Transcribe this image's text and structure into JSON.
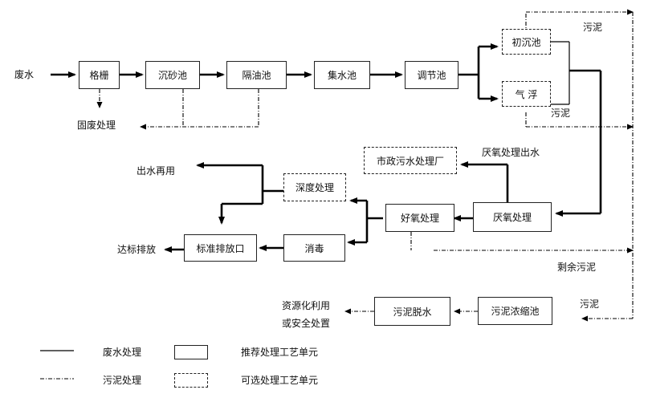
{
  "nodes": {
    "influent": "废水",
    "screen": "格栅",
    "grit_chamber": "沉砂池",
    "oil_separator": "隔油池",
    "collection_tank": "集水池",
    "equalization_tank": "调节池",
    "primary_clarifier": "初沉池",
    "flotation": "气 浮",
    "solid_waste": "固废处理",
    "municipal_plant": "市政污水处理厂",
    "anaerobic_effluent": "厌氧处理出水",
    "advanced_treatment": "深度处理",
    "water_reuse": "出水再用",
    "aerobic": "好氧处理",
    "anaerobic": "厌氧处理",
    "discharge_compliant": "达标排放",
    "outfall": "标准排放口",
    "disinfection": "消毒",
    "sludge_dewatering": "污泥脱水",
    "sludge_thickening": "污泥浓缩池",
    "resource_use_1": "资源化利用",
    "resource_use_2": "或安全处置"
  },
  "labels": {
    "sludge_top": "污泥",
    "sludge_mid": "污泥",
    "excess_sludge": "剩余污泥",
    "sludge_bottom": "污泥"
  },
  "legend": {
    "wastewater_line": "废水处理",
    "sludge_line": "污泥处理",
    "recommended_unit": "推荐处理工艺单元",
    "optional_unit": "可选处理工艺单元"
  }
}
